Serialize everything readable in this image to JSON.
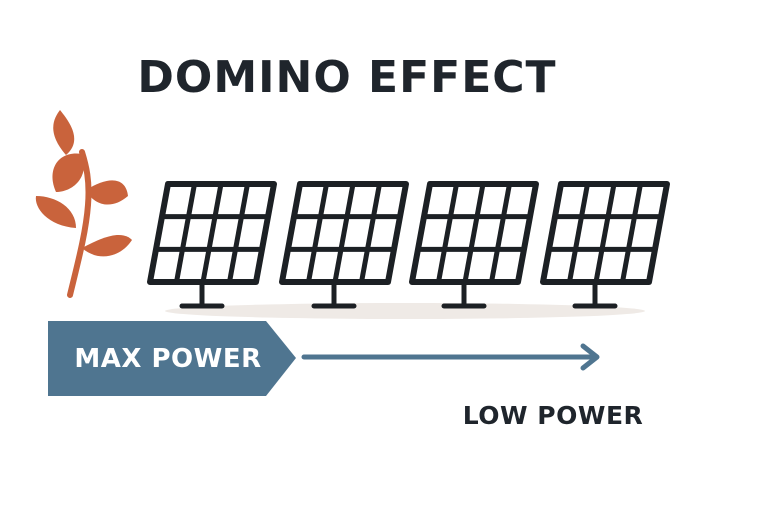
{
  "title": "DOMINO EFFECT",
  "badge_label": "MAX POWER",
  "end_label": "LOW POWER",
  "icons": {
    "leaf": "leaf-icon",
    "panel": "solar-panel-icon",
    "arrow": "arrow-right-icon"
  },
  "colors": {
    "title": "#1f252c",
    "leaf": "#c9633c",
    "panel_stroke": "#1c2024",
    "ground_shadow": "#efeae6",
    "badge": "#4f7590",
    "badge_text": "#ffffff",
    "arrow": "#4f7590",
    "end_label": "#1f252c"
  }
}
